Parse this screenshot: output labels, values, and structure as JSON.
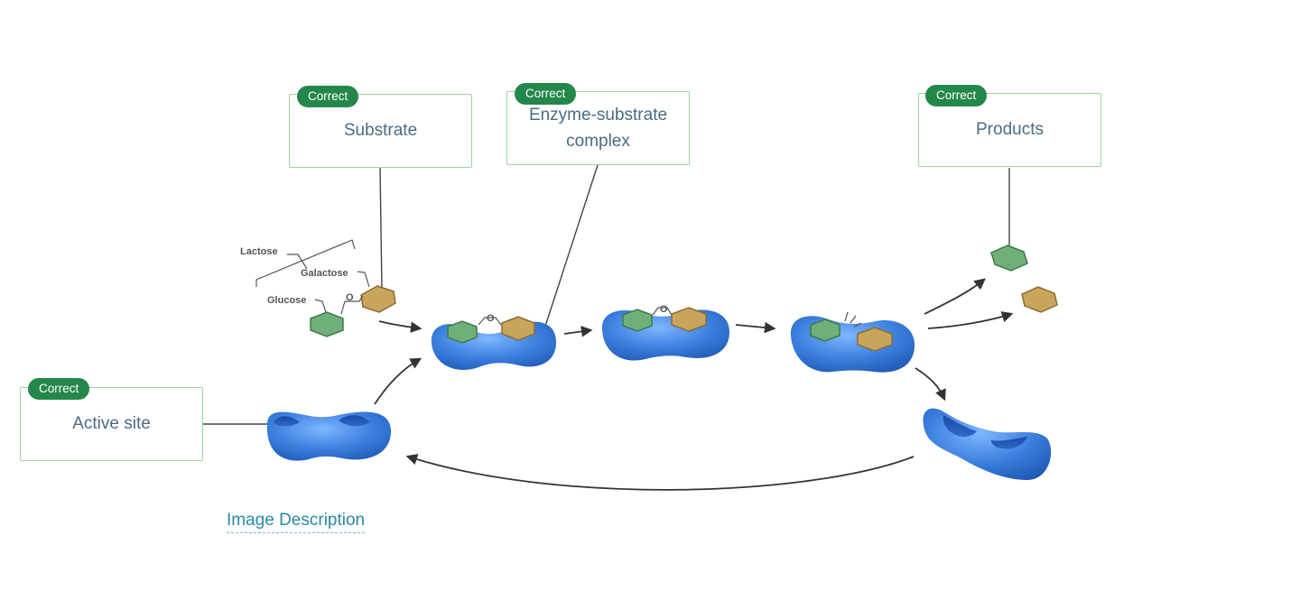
{
  "labels": {
    "substrate": {
      "badge": "Correct",
      "text": "Substrate"
    },
    "complex": {
      "badge": "Correct",
      "line1": "Enzyme-substrate",
      "line2": "complex"
    },
    "products": {
      "badge": "Correct",
      "text": "Products"
    },
    "active_site": {
      "badge": "Correct",
      "text": "Active site"
    }
  },
  "molecule_labels": {
    "lactose": "Lactose",
    "galactose": "Galactose",
    "glucose": "Glucose",
    "bond": "O"
  },
  "link": {
    "image_description": "Image Description"
  },
  "colors": {
    "badge": "#24874a",
    "box_border": "#9bd3a4",
    "label_text": "#4a6b84",
    "enzyme": "#2f6fd0",
    "glucose": "#6fb07a",
    "galactose": "#c9a45c",
    "link": "#2a8aa6"
  }
}
